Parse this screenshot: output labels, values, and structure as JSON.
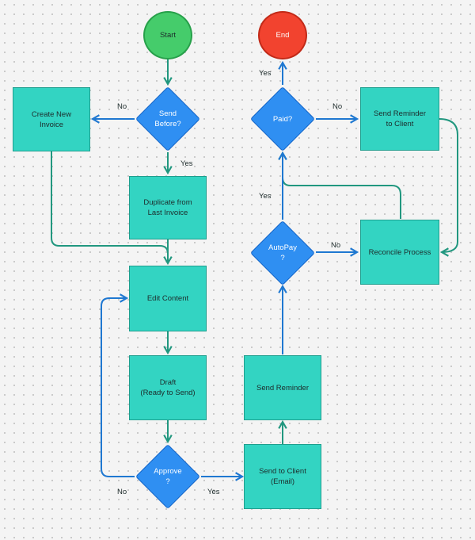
{
  "nodes": {
    "start": "Start",
    "end": "End",
    "send_before": "Send\nBefore?",
    "create_new_invoice": "Create New\nInvoice",
    "duplicate_last": "Duplicate from\nLast Invoice",
    "edit_content": "Edit Content",
    "draft": "Draft\n(Ready to Send)",
    "approve": "Approve\n?",
    "send_to_client": "Send to Client\n(Email)",
    "send_reminder": "Send Reminder",
    "autopay": "AutoPay\n?",
    "reconcile": "Reconcile Process",
    "paid": "Paid?",
    "send_reminder_client": "Send Reminder\nto Client"
  },
  "edge_labels": {
    "send_before_no": "No",
    "send_before_yes": "Yes",
    "approve_no": "No",
    "approve_yes": "Yes",
    "autopay_yes": "Yes",
    "autopay_no": "No",
    "paid_yes": "Yes",
    "paid_no": "No"
  },
  "colors": {
    "teal_edge": "#21977f",
    "blue_edge": "#1f78d1",
    "box_fill": "#33d4c2",
    "diamond_fill": "#2f8ff2",
    "start_fill": "#45cc6b",
    "end_fill": "#f2432f"
  }
}
